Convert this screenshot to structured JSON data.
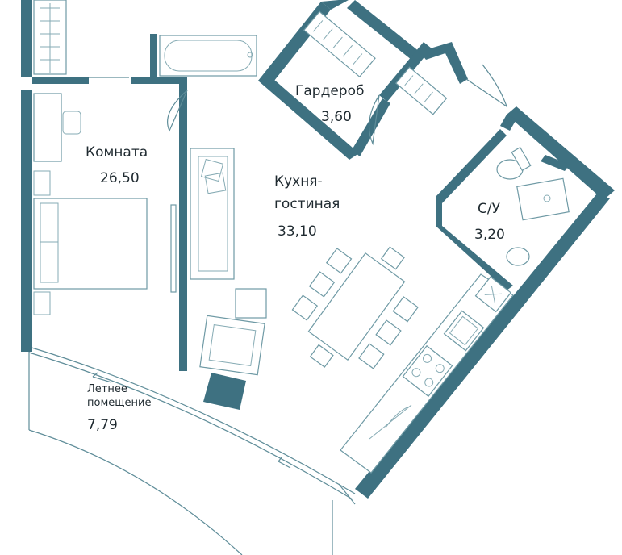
{
  "colors": {
    "wall": "#3e7181",
    "line": "#5f8d99",
    "text": "#1f2a30",
    "background": "#ffffff"
  },
  "rooms": {
    "room": {
      "name": "Комната",
      "area": "26,50"
    },
    "wardrobe": {
      "name": "Гардероб",
      "area": "3,60"
    },
    "kitchen": {
      "name_line1": "Кухня-",
      "name_line2": "гостиная",
      "area": "33,10"
    },
    "bathroom": {
      "name": "С/У",
      "area": "3,20"
    },
    "balcony": {
      "name_line1": "Летнее",
      "name_line2": "помещение",
      "area": "7,79"
    }
  },
  "icons": [
    "bed-icon",
    "sofa-icon",
    "armchair-icon",
    "dining-table-icon",
    "stove-icon",
    "sink-icon",
    "toilet-icon",
    "bathtub-icon",
    "wardrobe-hanger-icon",
    "desk-icon"
  ]
}
